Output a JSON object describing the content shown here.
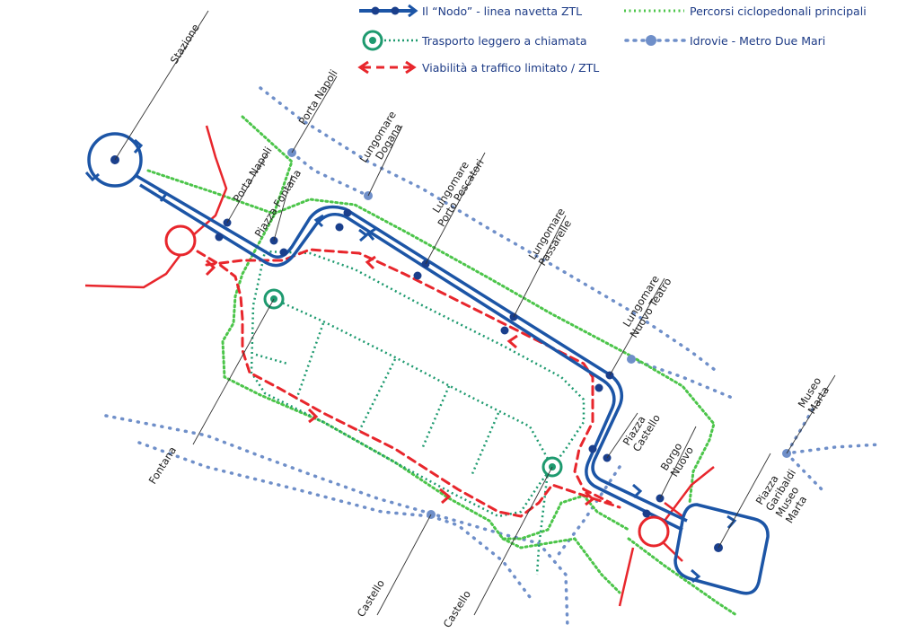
{
  "legend": {
    "nodo": "Il “Nodo” - linea navetta ZTL",
    "trasporto": "Trasporto leggero a chiamata",
    "viabilita": "Viabilità a traffico limitato / ZTL",
    "percorsi": "Percorsi ciclopedonali principali",
    "idrovie": "Idrovie - Metro Due Mari"
  },
  "labels": {
    "stazione": "Stazione",
    "porta_napoli_idrovia": "Porta Napoli",
    "porta_napoli_stop": "Porta Napoli",
    "piazza_fontana": "Piazza Fontana",
    "dogana": [
      "Lungomare",
      "Dogana"
    ],
    "porto_pescatori": [
      "Lungomare",
      "Porto Pescatori"
    ],
    "passarelle": [
      "Lungomare",
      "Passarelle"
    ],
    "nuovo_teatro": [
      "Lungomare",
      "Nuovo Teatro"
    ],
    "museo_marta": [
      "Museo",
      "Marta"
    ],
    "piazza_castello": [
      "Piazza",
      "Castello"
    ],
    "borgo_nuovo": [
      "Borgo",
      "Nuovo"
    ],
    "piazza_garibaldi": [
      "Piazza",
      "Garibaldi",
      "Museo",
      "Marta"
    ],
    "fontana": "Fontana",
    "castello_idrovia": "Castello",
    "castello_tram": "Castello"
  },
  "colors": {
    "nodo_blue": "#1c55a6",
    "stop_blue": "#1a3f8c",
    "tram_green": "#1e9a6f",
    "cycle_green": "#4cc54a",
    "ztl_red": "#e8262c",
    "idrovia_blue": "#6f8fc9"
  }
}
